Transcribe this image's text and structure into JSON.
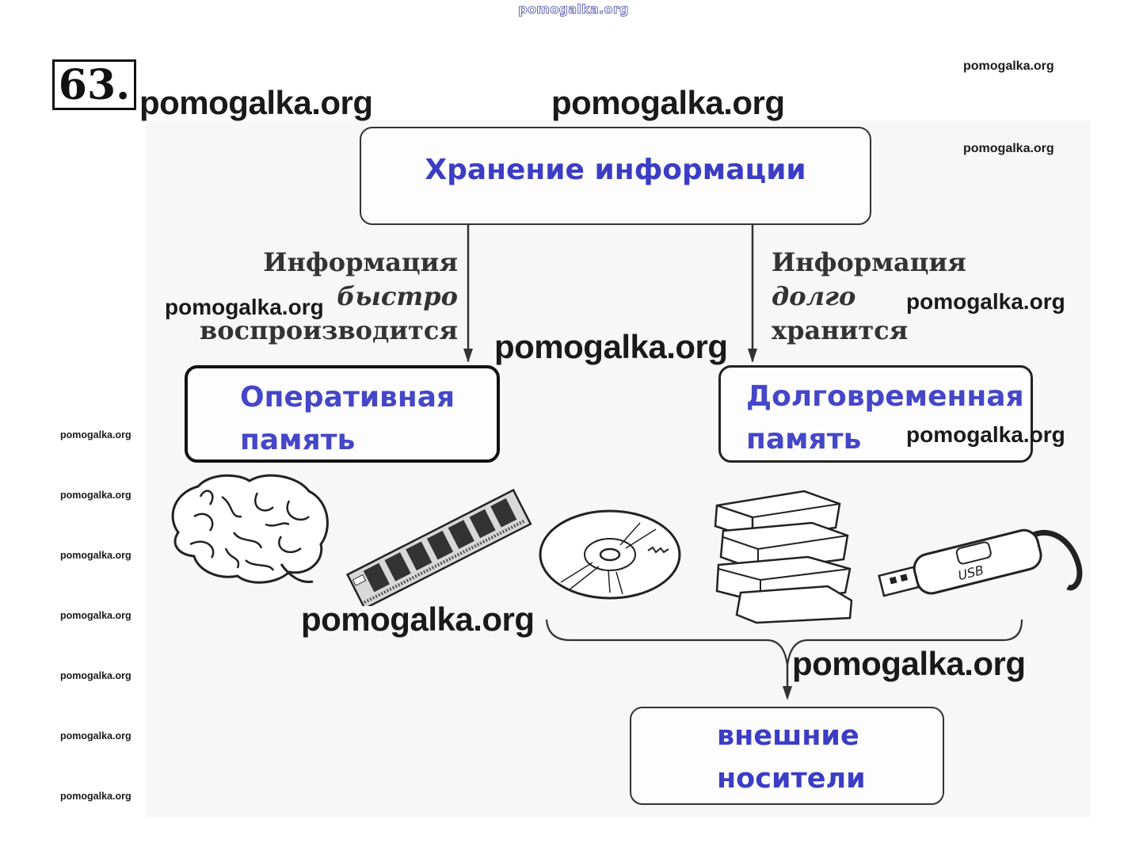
{
  "header": {
    "top_watermark": "pomogalka.org",
    "task_number": "63."
  },
  "diagram": {
    "root": "Хранение информации",
    "left_caption": [
      "Информация",
      "быстро",
      "воспроизводится"
    ],
    "right_caption": [
      "Информация",
      "долго",
      "хранится"
    ],
    "left_node": [
      "Оперативная",
      "память"
    ],
    "right_node": [
      "Долговременная",
      "память"
    ],
    "bottom_node": [
      "внешние",
      "носители"
    ],
    "usb_label": "USB"
  },
  "watermarks": {
    "big": [
      "pomogalka.org",
      "pomogalka.org",
      "pomogalka.org",
      "pomogalka.org",
      "pomogalka.org"
    ],
    "mid": [
      "pomogalka.org",
      "pomogalka.org",
      "pomogalka.org"
    ],
    "small_right": [
      "pomogalka.org",
      "pomogalka.org"
    ],
    "side": [
      "pomogalka.org",
      "pomogalka.org",
      "pomogalka.org",
      "pomogalka.org",
      "pomogalka.org",
      "pomogalka.org",
      "pomogalka.org"
    ]
  },
  "colors": {
    "node_text": "#3b3dc6",
    "line": "#333333"
  },
  "icons": [
    "brain-icon",
    "ram-module-icon",
    "cd-disc-icon",
    "books-icon",
    "usb-flash-drive-icon"
  ]
}
